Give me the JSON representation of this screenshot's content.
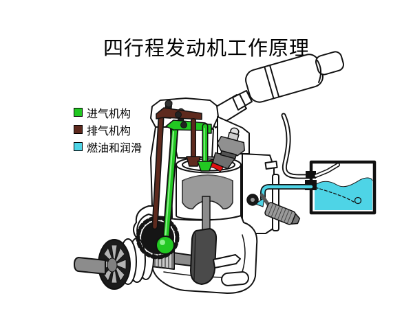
{
  "title": {
    "text": "四行程发动机工作原理"
  },
  "legend": {
    "items": [
      {
        "label": "进气机构",
        "color": "#22c822"
      },
      {
        "label": "排气机构",
        "color": "#5e2a1e"
      },
      {
        "label": "燃油和润滑",
        "color": "#4ed4e6"
      }
    ]
  },
  "colors": {
    "background": "#ffffff",
    "outline": "#111111",
    "intake": "#22c822",
    "intake_light": "#8cf08c",
    "exhaust": "#5e2a1e",
    "fuel": "#4ed4e6",
    "combustion_red": "#e01010",
    "piston_gray": "#9a9a9a",
    "metal_dark": "#4a4a4a",
    "metal_mid": "#8c8c8c",
    "metal_light": "#c8c8c8"
  }
}
